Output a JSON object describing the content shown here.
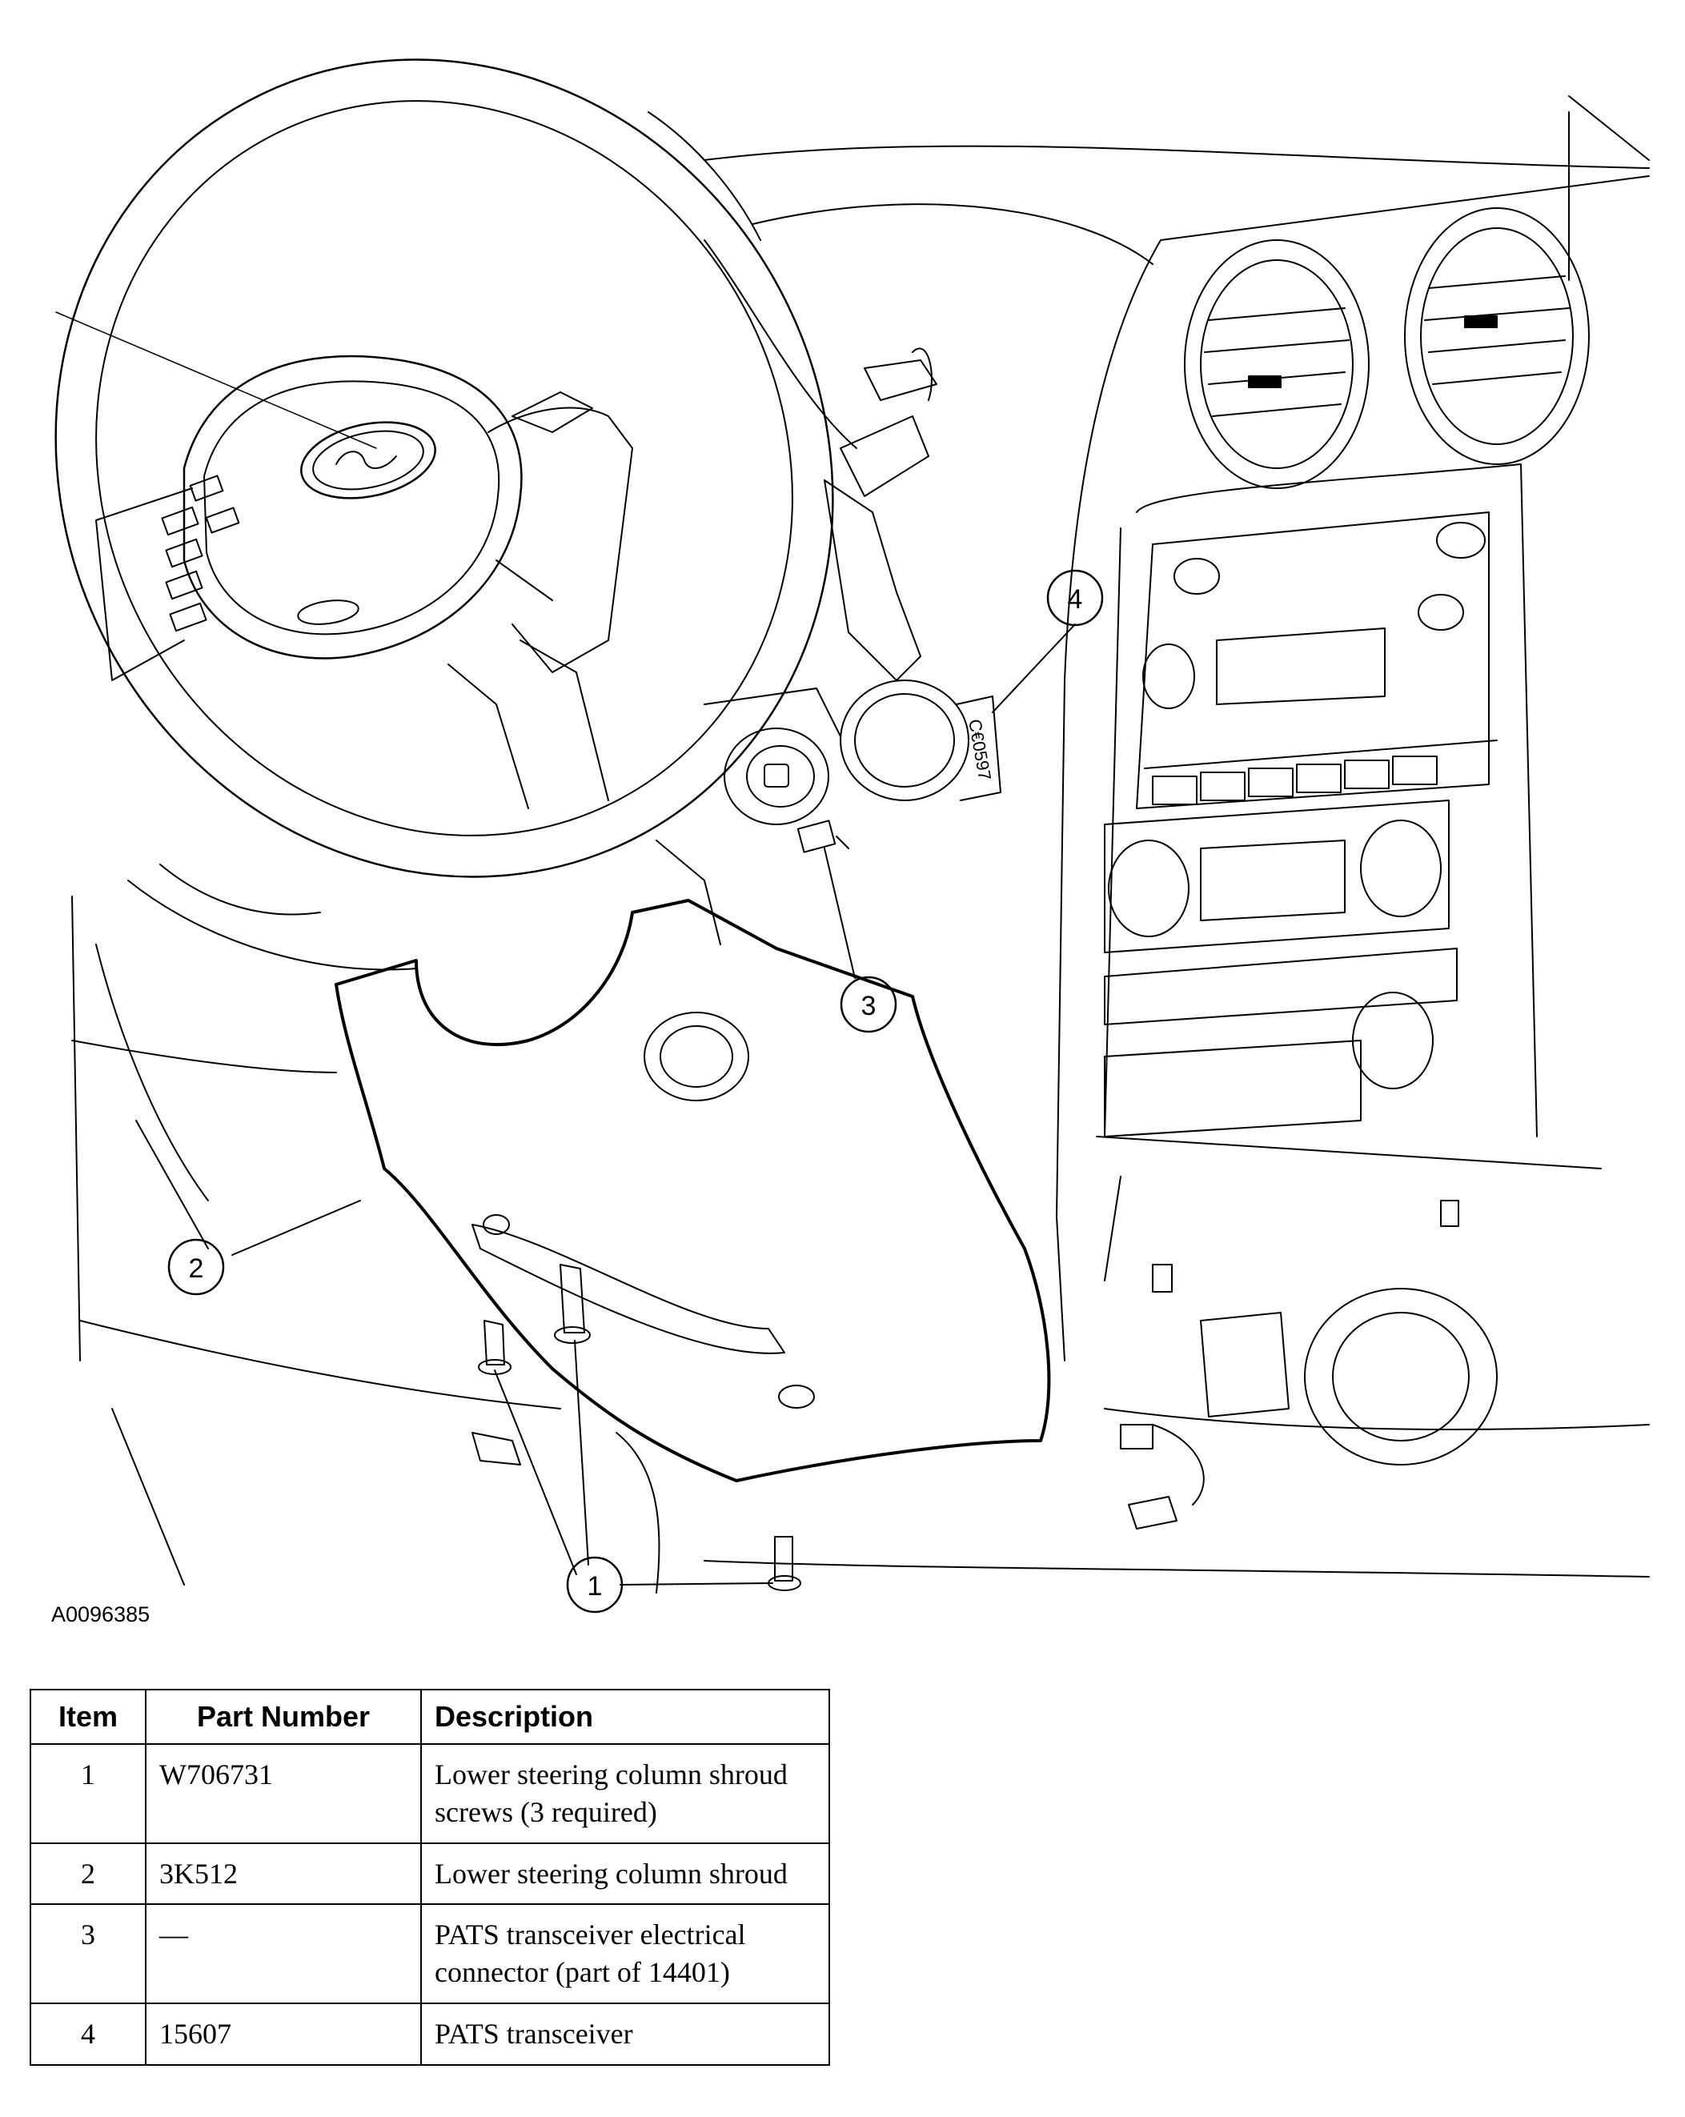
{
  "figure_id": "A0096385",
  "callouts": [
    "1",
    "2",
    "3",
    "4"
  ],
  "table": {
    "headers": [
      "Item",
      "Part Number",
      "Description"
    ],
    "rows": [
      {
        "item": "1",
        "part_number": "W706731",
        "description": "Lower steering column shroud screws (3 required)"
      },
      {
        "item": "2",
        "part_number": "3K512",
        "description": "Lower steering column shroud"
      },
      {
        "item": "3",
        "part_number": "—",
        "description": "PATS transceiver electrical connector (part of 14401)"
      },
      {
        "item": "4",
        "part_number": "15607",
        "description": "PATS transceiver"
      }
    ]
  }
}
